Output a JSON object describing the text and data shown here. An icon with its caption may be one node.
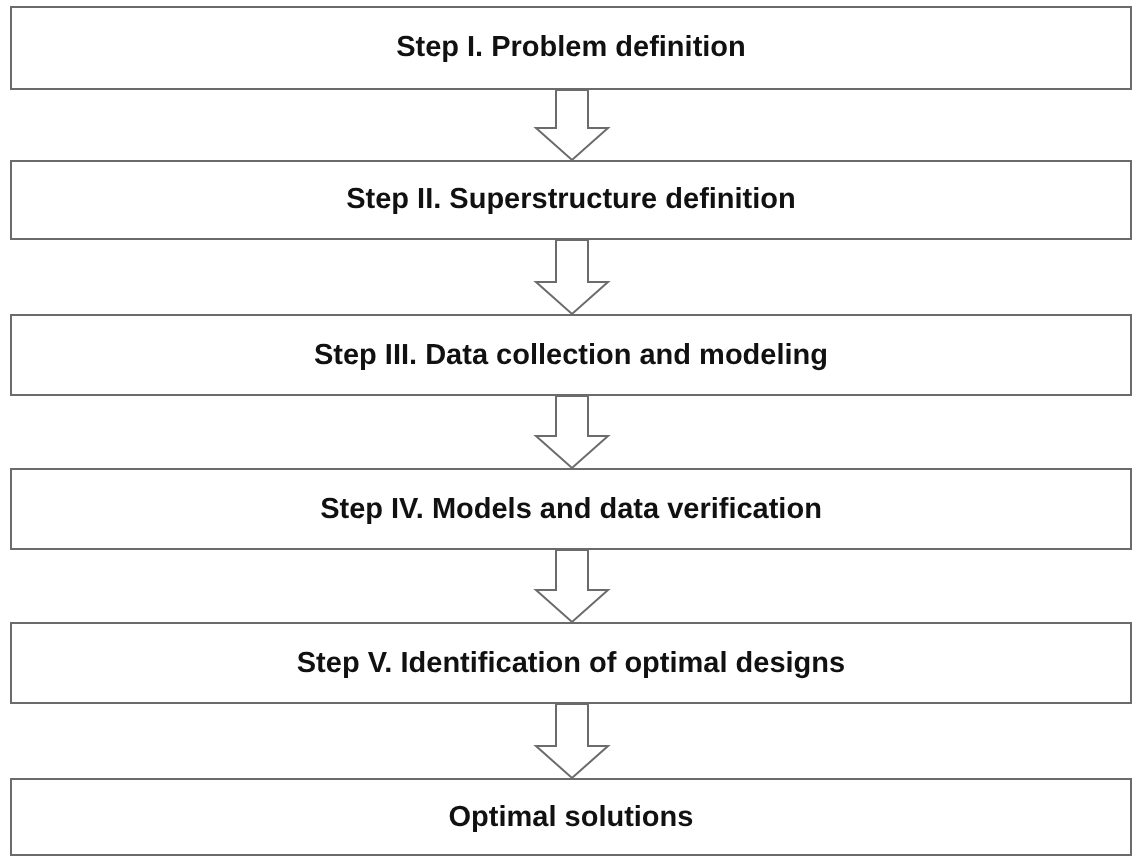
{
  "diagram": {
    "nodes": [
      {
        "text": [
          "Step I. Problem definition"
        ]
      },
      {
        "text": [
          "Step II. Superstructure definition"
        ]
      },
      {
        "text": [
          "Step III. Data collection and modeling"
        ]
      },
      {
        "text": [
          "Step IV. Models and data verification"
        ]
      },
      {
        "text": [
          "Step V. Identification of optimal designs"
        ]
      },
      {
        "text": [
          "Optimal solutions"
        ]
      }
    ],
    "edges": [
      {
        "from": 0,
        "to": 1,
        "arrow": "to"
      },
      {
        "from": 1,
        "to": 2,
        "arrow": "to"
      },
      {
        "from": 2,
        "to": 3,
        "arrow": "to"
      },
      {
        "from": 3,
        "to": 4,
        "arrow": "to"
      },
      {
        "from": 4,
        "to": 5,
        "arrow": "to"
      }
    ]
  }
}
